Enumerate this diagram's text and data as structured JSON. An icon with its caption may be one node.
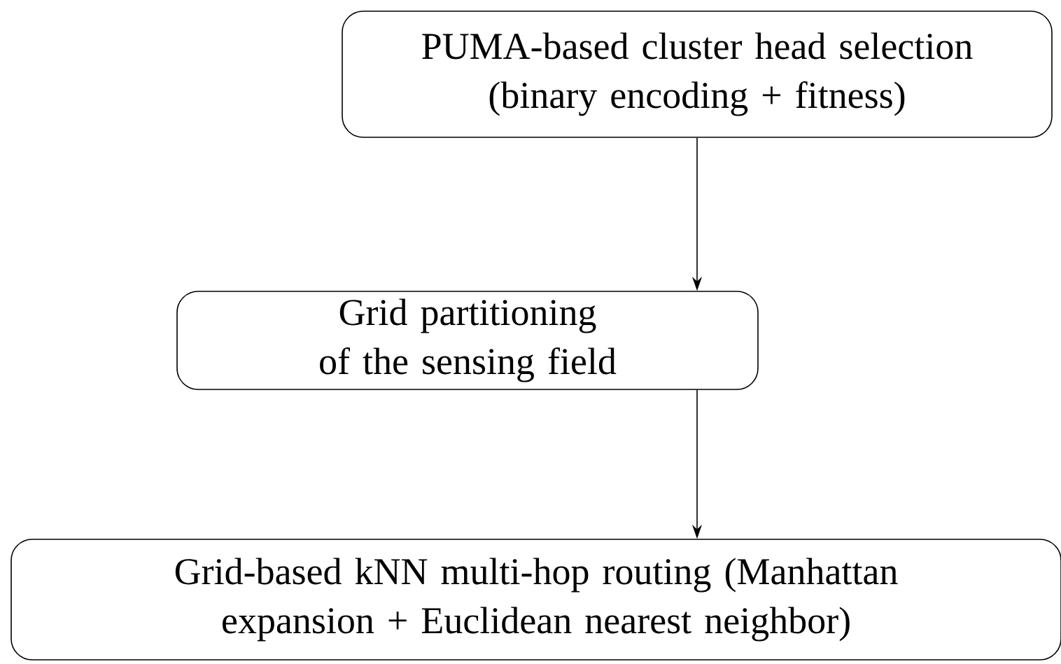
{
  "diagram": {
    "nodes": [
      {
        "text": [
          "PUMA-based cluster head selection (binary encoding + fitness)"
        ]
      },
      {
        "text": [
          "Grid partitioning of the sensing field"
        ]
      },
      {
        "text": [
          "Grid-based kNN multi-hop routing (Manhattan expansion + Euclidean nearest neighbor)"
        ]
      }
    ],
    "edges": [
      {
        "from": 0,
        "to": 1,
        "arrow": "to"
      },
      {
        "from": 1,
        "to": 2,
        "arrow": "to"
      }
    ]
  }
}
